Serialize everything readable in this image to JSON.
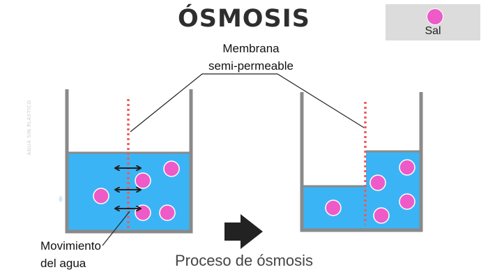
{
  "title": "ÓSMOSIS",
  "legend": {
    "label": "Sal"
  },
  "labels": {
    "membrane_line1": "Membrana",
    "membrane_line2": "semi-permeable",
    "movement_line1": "Movimiento",
    "movement_line2": "del agua",
    "process": "Proceso de ósmosis"
  },
  "watermark": "AGUA SIN PLÁSTICO",
  "colors": {
    "water": "#3bb4f5",
    "salt": "#ee5ac8",
    "membrane": "#f05a5a",
    "container": "#8a8a8a",
    "arrow": "#222222"
  }
}
